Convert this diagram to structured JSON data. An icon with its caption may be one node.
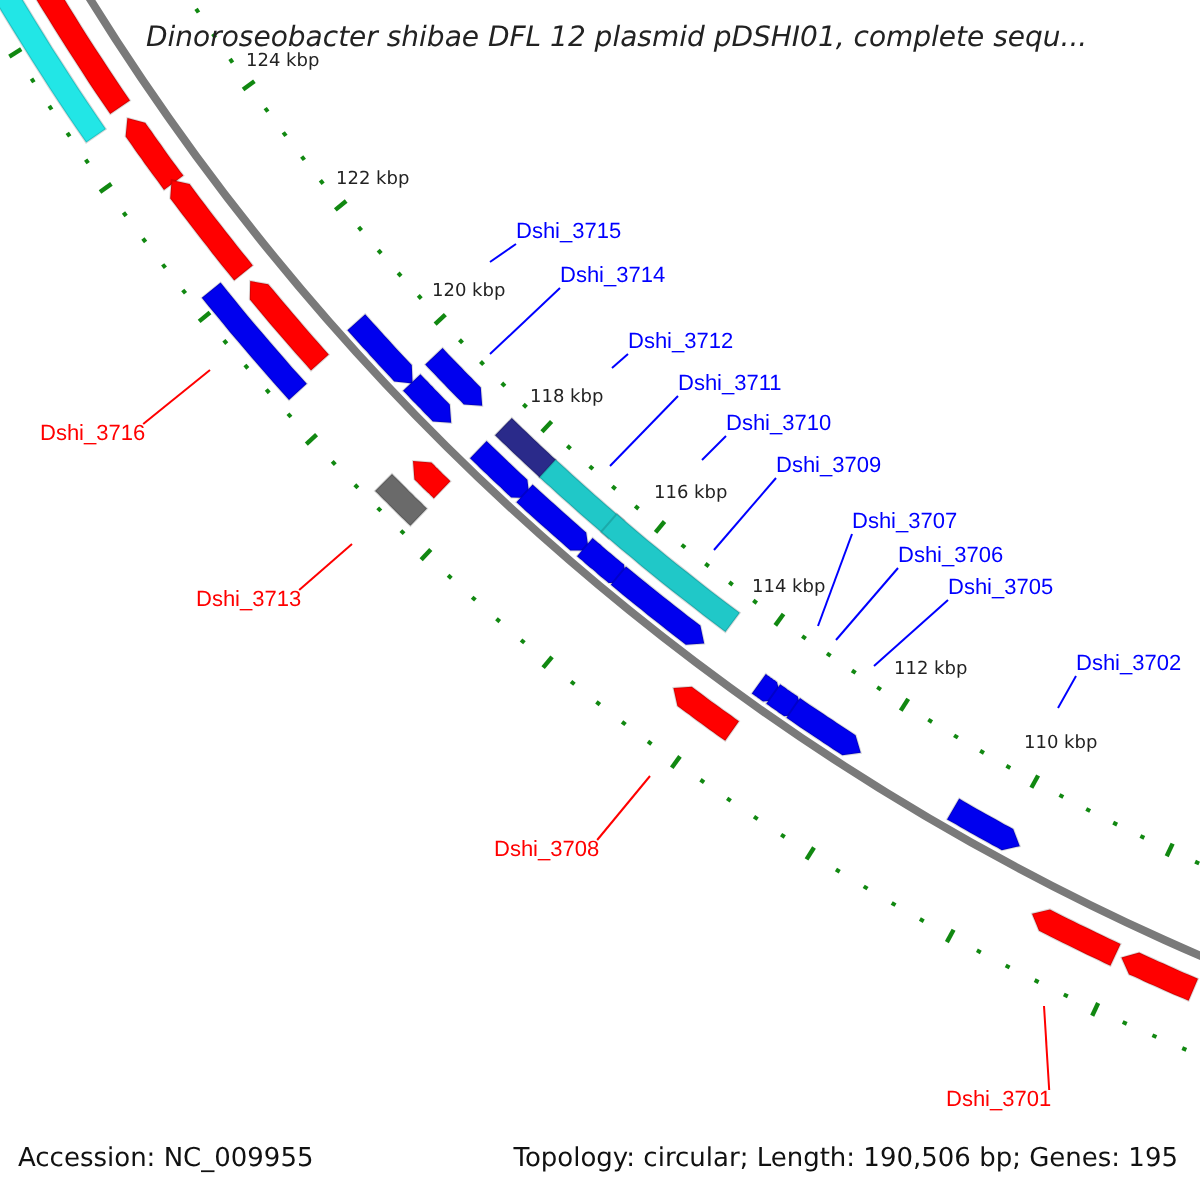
{
  "diagram": {
    "title": "Dinoroseobacter shibae DFL 12 plasmid pDSHI01, complete sequ...",
    "nodes": [
      {
        "text": [
          "Dshi_3715"
        ]
      },
      {
        "text": [
          "Dshi_3714"
        ]
      },
      {
        "text": [
          "Dshi_3712"
        ]
      },
      {
        "text": [
          "Dshi_3711"
        ]
      },
      {
        "text": [
          "Dshi_3710"
        ]
      },
      {
        "text": [
          "Dshi_3716"
        ]
      },
      {
        "text": [
          "Dshi_3709"
        ]
      },
      {
        "text": [
          "Dshi_3707"
        ]
      },
      {
        "text": [
          "Dshi_3706"
        ]
      },
      {
        "text": [
          "Dshi_3705"
        ]
      },
      {
        "text": [
          "Dshi_3713"
        ]
      },
      {
        "text": [
          "Dshi_3702"
        ]
      },
      {
        "text": [
          "Dshi_3708"
        ]
      },
      {
        "text": [
          "Dshi_3701"
        ]
      }
    ],
    "edges": [
      {
        "from": 0,
        "to": null,
        "arrow": "none"
      },
      {
        "from": 1,
        "to": null,
        "arrow": "none"
      },
      {
        "from": 2,
        "to": null,
        "arrow": "none"
      },
      {
        "from": 3,
        "to": null,
        "arrow": "none"
      },
      {
        "from": 4,
        "to": null,
        "arrow": "none"
      },
      {
        "from": 5,
        "to": null,
        "arrow": "none",
        "color": "#ff0000"
      },
      {
        "from": 6,
        "to": null,
        "arrow": "none"
      },
      {
        "from": 7,
        "to": null,
        "arrow": "none"
      },
      {
        "from": 8,
        "to": null,
        "arrow": "none"
      },
      {
        "from": 9,
        "to": null,
        "arrow": "none"
      },
      {
        "from": 10,
        "to": null,
        "arrow": "none",
        "color": "#ff0000"
      },
      {
        "from": 11,
        "to": null,
        "arrow": "none"
      },
      {
        "from": 12,
        "to": null,
        "arrow": "none",
        "color": "#ff0000"
      },
      {
        "from": 13,
        "to": null,
        "arrow": "none",
        "color": "#ff0000"
      }
    ],
    "labels": [
      "124 kbp",
      "122 kbp",
      "120 kbp",
      "118 kbp",
      "116 kbp",
      "114 kbp",
      "112 kbp",
      "110 kbp",
      "Accession: NC_009955",
      "Topology: circular; Length: 190,506 bp; Genes: 195"
    ]
  }
}
